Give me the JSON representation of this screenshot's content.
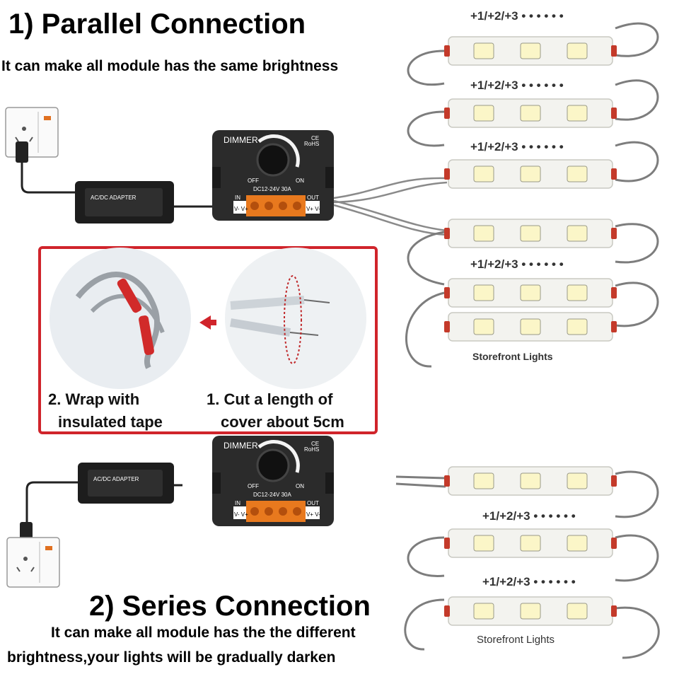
{
  "parallel": {
    "title": "1) Parallel Connection",
    "subtitle": "It can make all module has the same brightness"
  },
  "series": {
    "title": "2) Series Connection",
    "subtitle_line1": "It can make all module has the the different",
    "subtitle_line2": "brightness,your lights will be gradually darken"
  },
  "dimmer": {
    "label": "DIMMER",
    "ce": "CE",
    "rohs": "RoHS",
    "off": "OFF",
    "on": "ON",
    "rating": "DC12-24V  30A",
    "in": "IN",
    "in_pins": "V- V+",
    "out": "OUT",
    "out_pins": "V+ V-"
  },
  "instructions": {
    "step2_line1": "2. Wrap with",
    "step2_line2": "insulated tape",
    "step1_line1": "1. Cut a length of",
    "step1_line2": "cover about 5cm"
  },
  "sequence_label": "+1/+2/+3 • • • • • •",
  "storefront_label": "Storefront Lights",
  "colors": {
    "accent_red": "#d0242b",
    "dimmer_body": "#2a2a2a",
    "led_module": "#f2f2ee",
    "wire": "#8a8a8a"
  }
}
